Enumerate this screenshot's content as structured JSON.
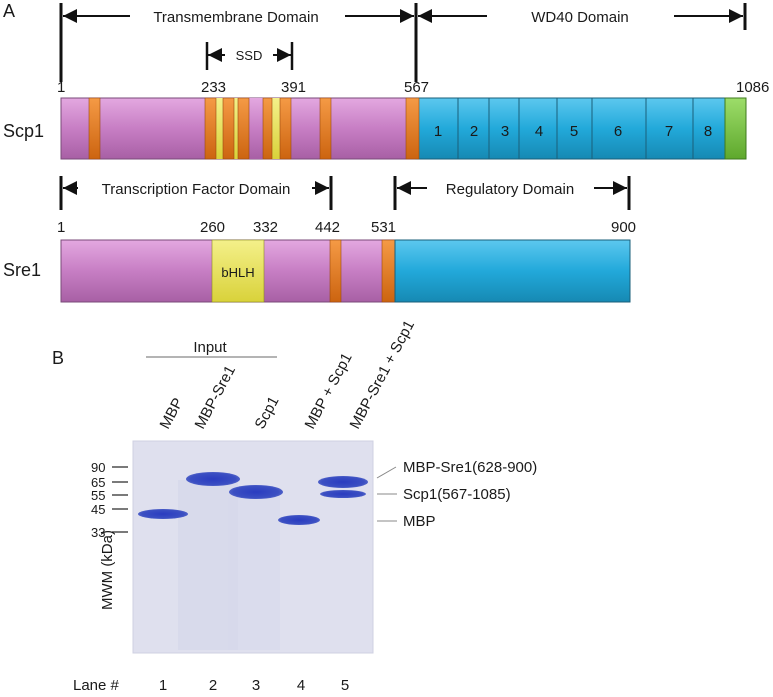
{
  "panel_a": {
    "label": "A",
    "scp1": {
      "name": "Scp1",
      "positions": [
        "1",
        "233",
        "391",
        "567",
        "1086"
      ],
      "domains": {
        "tm": "Transmembrane Domain",
        "ssd": "SSD",
        "wd40": "WD40  Domain"
      },
      "repeats": [
        "1",
        "2",
        "3",
        "4",
        "5",
        "6",
        "7",
        "8"
      ]
    },
    "sre1": {
      "name": "Sre1",
      "positions": [
        "1",
        "260",
        "332",
        "442",
        "531",
        "900"
      ],
      "domains": {
        "tf": "Transcription Factor Domain",
        "reg": "Regulatory  Domain"
      },
      "motif": "bHLH"
    }
  },
  "panel_b": {
    "label": "B",
    "input_label": "Input",
    "lanes": [
      "MBP",
      "MBP-Sre1",
      "Scp1",
      "MBP + Scp1",
      "MBP-Sre1 + Scp1"
    ],
    "markers": [
      "90",
      "65",
      "55",
      "45",
      "33"
    ],
    "axis_label": "MWM  (kDa)",
    "band_labels": [
      "MBP-Sre1(628-900)",
      "Scp1(567-1085)",
      "MBP"
    ],
    "lane_row_label": "Lane #",
    "lane_numbers": [
      "1",
      "2",
      "3",
      "4",
      "5"
    ]
  },
  "colors": {
    "tm": "#c77ec4",
    "tm_border": "#7a4a78",
    "helix": "#e07820",
    "ssd_fill": "#e6e05a",
    "wd40": "#22a9da",
    "wd40_border": "#1a5f7a",
    "cterm": "#79c342",
    "bhlh": "#e6e54e",
    "gel": "#dcddeb",
    "band": "#3b4fc2"
  }
}
